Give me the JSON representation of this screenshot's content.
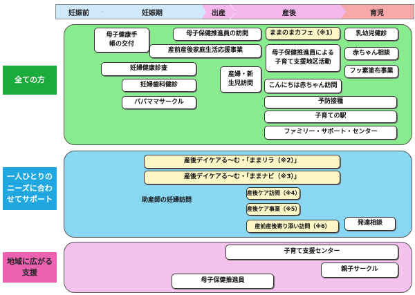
{
  "stages": [
    "妊娠前",
    "妊娠期",
    "出産",
    "産後",
    "育児"
  ],
  "rows": {
    "all": "全ての方",
    "individual": [
      "一人ひとりの",
      "ニーズに合わ",
      "せてサポート"
    ],
    "community": [
      "地域に広がる",
      "支援"
    ]
  },
  "items": {
    "boshi_techo": [
      "母子健康手",
      "帳の交付"
    ],
    "hoken_visit": "母子保健推進員の訪問",
    "mama_cafe": "ままのまカフェ（※1）",
    "nyuyouji": "乳幼児健診",
    "sanzen_sango": "産前産後家庭生活応援事業",
    "hoken_region": [
      "母子保健推進員による",
      "子育て支援地区活動"
    ],
    "akachan_soudan": "赤ちゃん相談",
    "ninpu_checkup": "妊婦健康診査",
    "sanpu_visit": [
      "産婦・新",
      "生児訪問"
    ],
    "fusso": "フッ素塗布事業",
    "ninpu_dental": "妊婦歯科健診",
    "konnichiwa": "こんにちは赤ちゃん訪問",
    "papamama": "パパママサークル",
    "yobou": "予防接種",
    "kosodate_eki": "子育ての駅",
    "family_support": "ファミリー・サポート・センター",
    "daycare_mamarira": "産後デイケアる～む・「ままリラ（※2）」",
    "daycare_mamanavi": "産後デイケアる～む・「ままナビ（※3）」",
    "sango_care_visit": "産後ケア訪問（※4）",
    "josanshi_visit": "助産師の妊婦訪問",
    "sango_care_project": "産後ケア事業（※5）",
    "sanzen_yorisoi": "産前産後寄り添い訪問（※6）",
    "hattatsu": "発達相談",
    "kosodate_center": "子育て支援センター",
    "oyako_circle": "親子サークル",
    "hoken_suishinin": "母子保健推進員"
  }
}
